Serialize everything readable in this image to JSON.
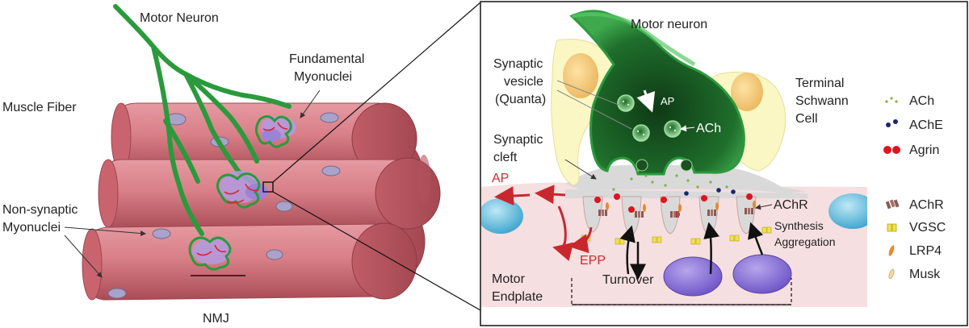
{
  "left": {
    "motor_neuron": "Motor Neuron",
    "fundamental_myonuclei_1": "Fundamental",
    "fundamental_myonuclei_2": "Myonuclei",
    "muscle_fiber": "Muscle Fiber",
    "non_synaptic_1": "Non-synaptic",
    "non_synaptic_2": "Myonuclei",
    "nmj": "NMJ"
  },
  "right": {
    "motor_neuron": "Motor neuron",
    "synaptic_vesicle_1": "Synaptic",
    "synaptic_vesicle_2": "vesicle",
    "synaptic_vesicle_3": "(Quanta)",
    "ap_inside": "AP",
    "ach_inside": "ACh",
    "terminal_schwann_1": "Terminal",
    "terminal_schwann_2": "Schwann",
    "terminal_schwann_3": "Cell",
    "synaptic_cleft_1": "Synaptic",
    "synaptic_cleft_2": "cleft",
    "ap_red": "AP",
    "epp": "EPP",
    "achr_label": "AChR",
    "synthesis": "Synthesis",
    "aggregation": "Aggregation",
    "turnover": "Turnover",
    "motor_endplate_1": "Motor",
    "motor_endplate_2": "Endplate"
  },
  "legend": [
    {
      "label": "ACh",
      "icon": "ach-dots-icon",
      "color": "#7db33f"
    },
    {
      "label": "AChE",
      "icon": "ache-dots-icon",
      "color": "#1c2470"
    },
    {
      "label": "Agrin",
      "icon": "agrin-dots-icon",
      "color": "#e0141c"
    },
    {
      "label": "AChR",
      "icon": "achr-icon",
      "color": "#8a5a55"
    },
    {
      "label": "VGSC",
      "icon": "vgsc-icon",
      "color": "#f2e24a"
    },
    {
      "label": "LRP4",
      "icon": "lrp4-icon",
      "color": "#e8892a"
    },
    {
      "label": "Musk",
      "icon": "musk-icon",
      "color": "#f3d7a0"
    }
  ],
  "colors": {
    "muscle": "#cc6f78",
    "neuron_green": "#2a9a3c",
    "schwann": "#fbf7c4",
    "endplate": "#f6dfe0",
    "cleft": "#d9d9d9",
    "red_arrow": "#c9272e"
  }
}
